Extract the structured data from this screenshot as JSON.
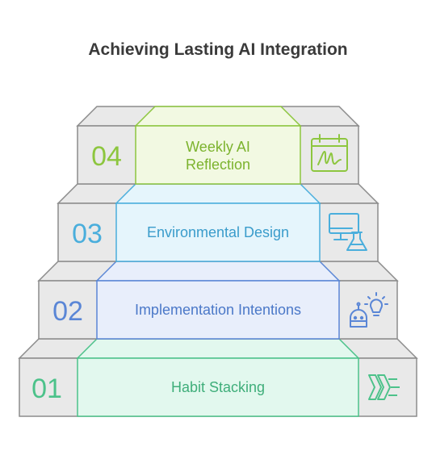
{
  "title": "Achieving Lasting AI Integration",
  "steps": [
    {
      "number": "01",
      "label_lines": [
        "Habit Stacking"
      ],
      "color": "#4cc28a",
      "fill": "#e2f8ee",
      "icon": "laravel-logo-icon"
    },
    {
      "number": "02",
      "label_lines": [
        "Implementation Intentions"
      ],
      "color": "#5a86d6",
      "fill": "#e8eefb",
      "icon": "robot-lightbulb-icon"
    },
    {
      "number": "03",
      "label_lines": [
        "Environmental Design"
      ],
      "color": "#4aaedc",
      "fill": "#e5f5fc",
      "icon": "monitor-flask-icon"
    },
    {
      "number": "04",
      "label_lines": [
        "Weekly AI",
        "Reflection"
      ],
      "color": "#8dc63f",
      "fill": "#f2f9e2",
      "icon": "calendar-signature-icon"
    }
  ],
  "colors": {
    "gray_fill": "#e9e9e9",
    "gray_stroke": "#8c8c8c",
    "title": "#3a3a3a"
  }
}
